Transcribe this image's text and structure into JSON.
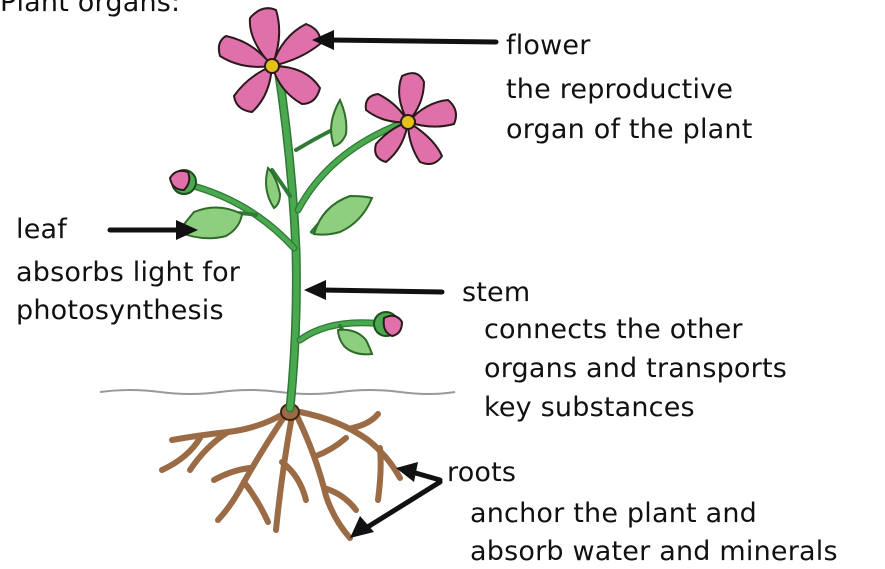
{
  "title": "Plant organs:",
  "organs": {
    "flower": {
      "name": "flower",
      "line1": "the reproductive",
      "line2": "organ of the plant"
    },
    "leaf": {
      "name": "leaf",
      "line1": "absorbs light for",
      "line2": "photosynthesis"
    },
    "stem": {
      "name": "stem",
      "line1": "connects the other",
      "line2": "organs and transports",
      "line3": "key substances"
    },
    "roots": {
      "name": "roots",
      "line1": "anchor the plant and",
      "line2": "absorb water and minerals"
    }
  },
  "colors": {
    "petal": "#e070aa",
    "petal_outline": "#2a1a1a",
    "flower_center": "#e3c21a",
    "stem": "#3f9a45",
    "leaf": "#8dcf7e",
    "root": "#9b6b45",
    "bud": "#e070aa",
    "ground_line": "#999999",
    "arrow": "#111111"
  }
}
